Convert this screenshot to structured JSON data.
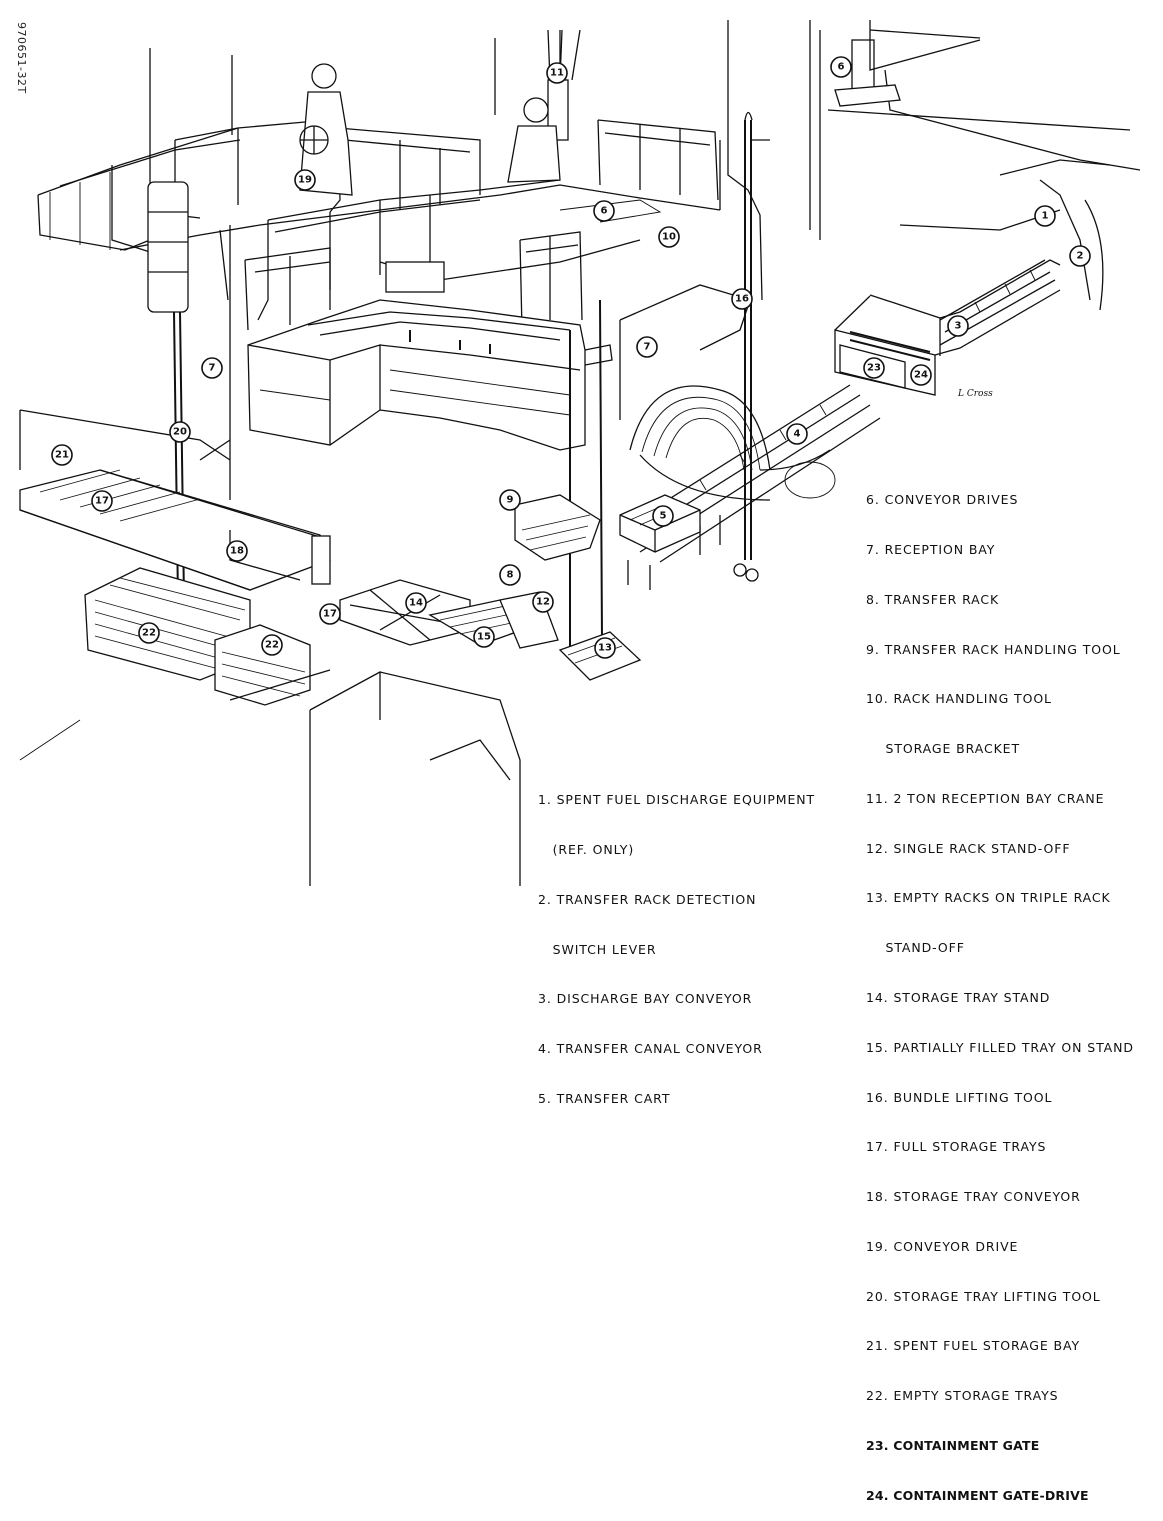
{
  "figure_id": "970651-32T",
  "signature": "L Cross",
  "callouts": [
    "1",
    "2",
    "3",
    "4",
    "5",
    "6",
    "6",
    "7",
    "7",
    "8",
    "9",
    "10",
    "11",
    "12",
    "13",
    "14",
    "15",
    "16",
    "17",
    "17",
    "18",
    "19",
    "20",
    "21",
    "22",
    "22",
    "23",
    "24"
  ],
  "legend_left": [
    "1. SPENT FUEL DISCHARGE EQUIPMENT",
    "   (REF. ONLY)",
    "2. TRANSFER RACK DETECTION",
    "   SWITCH LEVER",
    "3. DISCHARGE BAY CONVEYOR",
    "4. TRANSFER CANAL CONVEYOR",
    "5. TRANSFER CART"
  ],
  "legend_right": [
    "6. CONVEYOR DRIVES",
    "7. RECEPTION BAY",
    "8. TRANSFER RACK",
    "9. TRANSFER RACK HANDLING TOOL",
    "10. RACK HANDLING TOOL",
    "    STORAGE BRACKET",
    "11. 2 TON RECEPTION BAY CRANE",
    "12. SINGLE RACK STAND-OFF",
    "13. EMPTY RACKS ON TRIPLE RACK",
    "    STAND-OFF",
    "14. STORAGE TRAY STAND",
    "15. PARTIALLY FILLED TRAY ON STAND",
    "16. BUNDLE LIFTING TOOL",
    "17. FULL STORAGE TRAYS",
    "18. STORAGE TRAY CONVEYOR",
    "19. CONVEYOR DRIVE",
    "20. STORAGE TRAY LIFTING TOOL",
    "21. SPENT FUEL STORAGE BAY",
    "22. EMPTY STORAGE TRAYS",
    "23. CONTAINMENT GATE",
    "24. CONTAINMENT GATE-DRIVE"
  ]
}
